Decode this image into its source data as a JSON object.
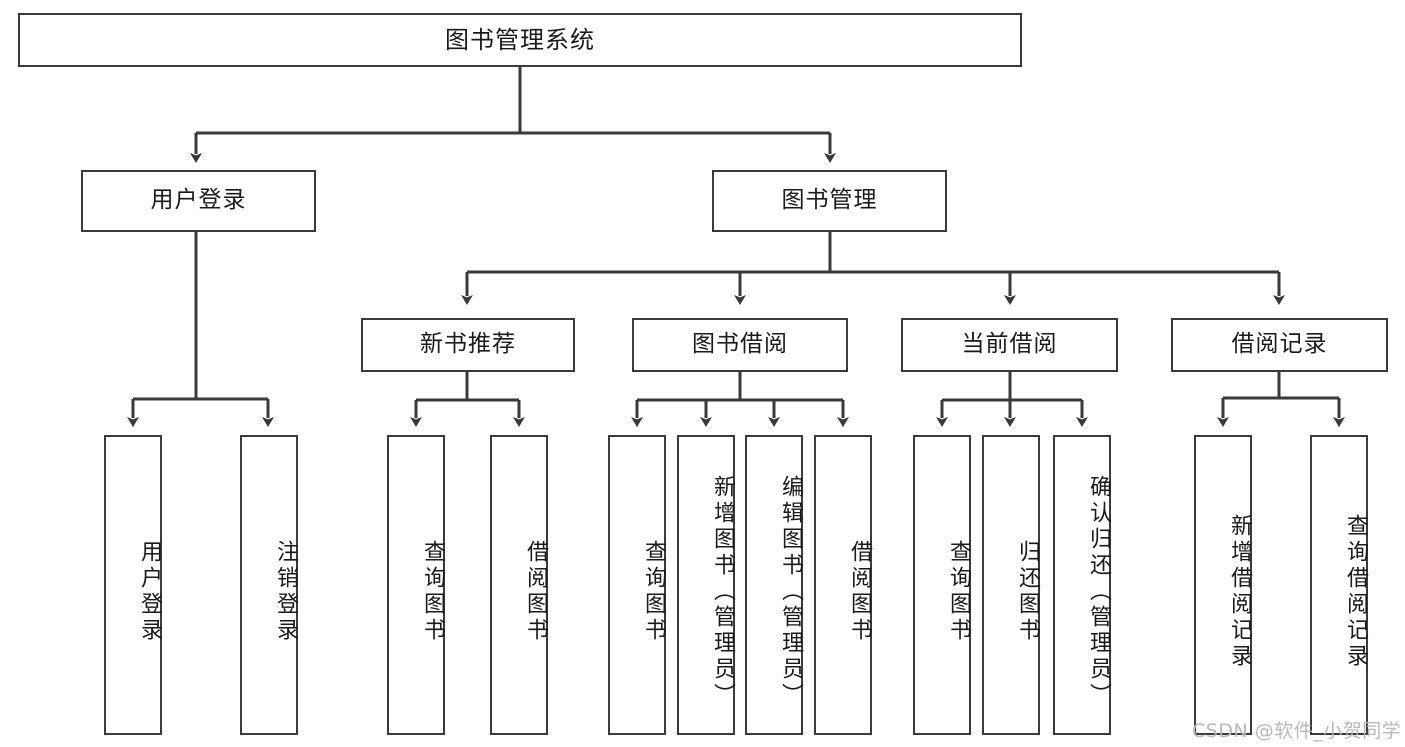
{
  "diagram": {
    "title": "图书管理系统",
    "type": "function-structure-tree",
    "watermark": "CSDN @软件_小贺同学",
    "colors": {
      "stroke": "#3a3a3a",
      "text": "#1a1a1a",
      "background": "#ffffff",
      "watermark": "#b9b9b9"
    },
    "levels": {
      "root": {
        "label": "图书管理系统"
      },
      "level2": [
        {
          "label": "用户登录"
        },
        {
          "label": "图书管理"
        }
      ],
      "level3": [
        {
          "label": "新书推荐"
        },
        {
          "label": "图书借阅"
        },
        {
          "label": "当前借阅"
        },
        {
          "label": "借阅记录"
        }
      ],
      "leaves": {
        "user_login": [
          {
            "label": "用户登录"
          },
          {
            "label": "注销登录"
          }
        ],
        "new_book_recommend": [
          {
            "label": "查询图书"
          },
          {
            "label": "借阅图书"
          }
        ],
        "book_borrow": [
          {
            "label": "查询图书"
          },
          {
            "label": "新增图书（管理员）"
          },
          {
            "label": "编辑图书（管理员）"
          },
          {
            "label": "借阅图书"
          }
        ],
        "current_borrow": [
          {
            "label": "查询图书"
          },
          {
            "label": "归还图书"
          },
          {
            "label": "确认归还（管理员）"
          }
        ],
        "borrow_record": [
          {
            "label": "新增借阅记录"
          },
          {
            "label": "查询借阅记录"
          }
        ]
      }
    }
  }
}
